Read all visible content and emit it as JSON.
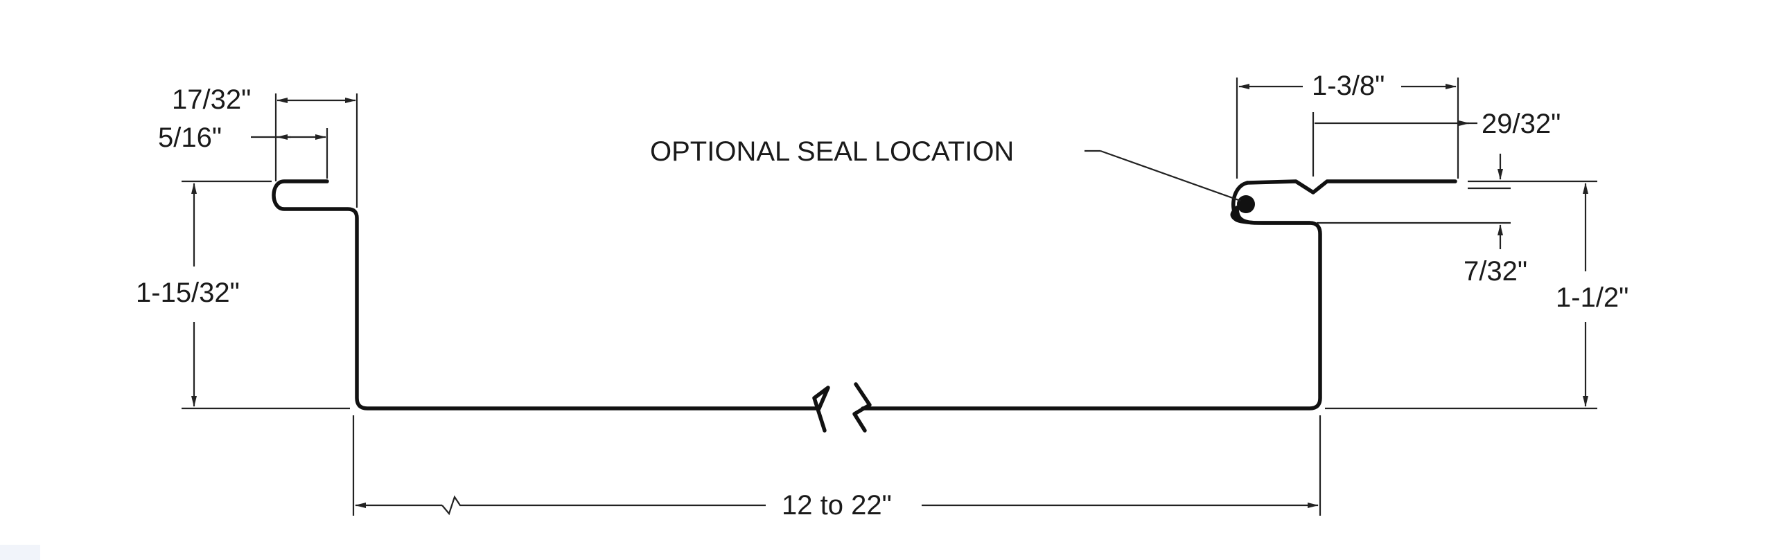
{
  "diagram": {
    "colors": {
      "background": "#ffffff",
      "line": "#111111",
      "text": "#1a1a1a"
    },
    "labels": {
      "left_flange_width": "17/32\"",
      "left_hem_width": "5/16\"",
      "left_height": "1-15/32\"",
      "seal_callout": "OPTIONAL SEAL LOCATION",
      "right_lip_width": "1-3/8\"",
      "right_lip_inner": "29/32\"",
      "right_gap": "7/32\"",
      "right_height": "1-1/2\"",
      "pan_width": "12 to 22\""
    }
  }
}
